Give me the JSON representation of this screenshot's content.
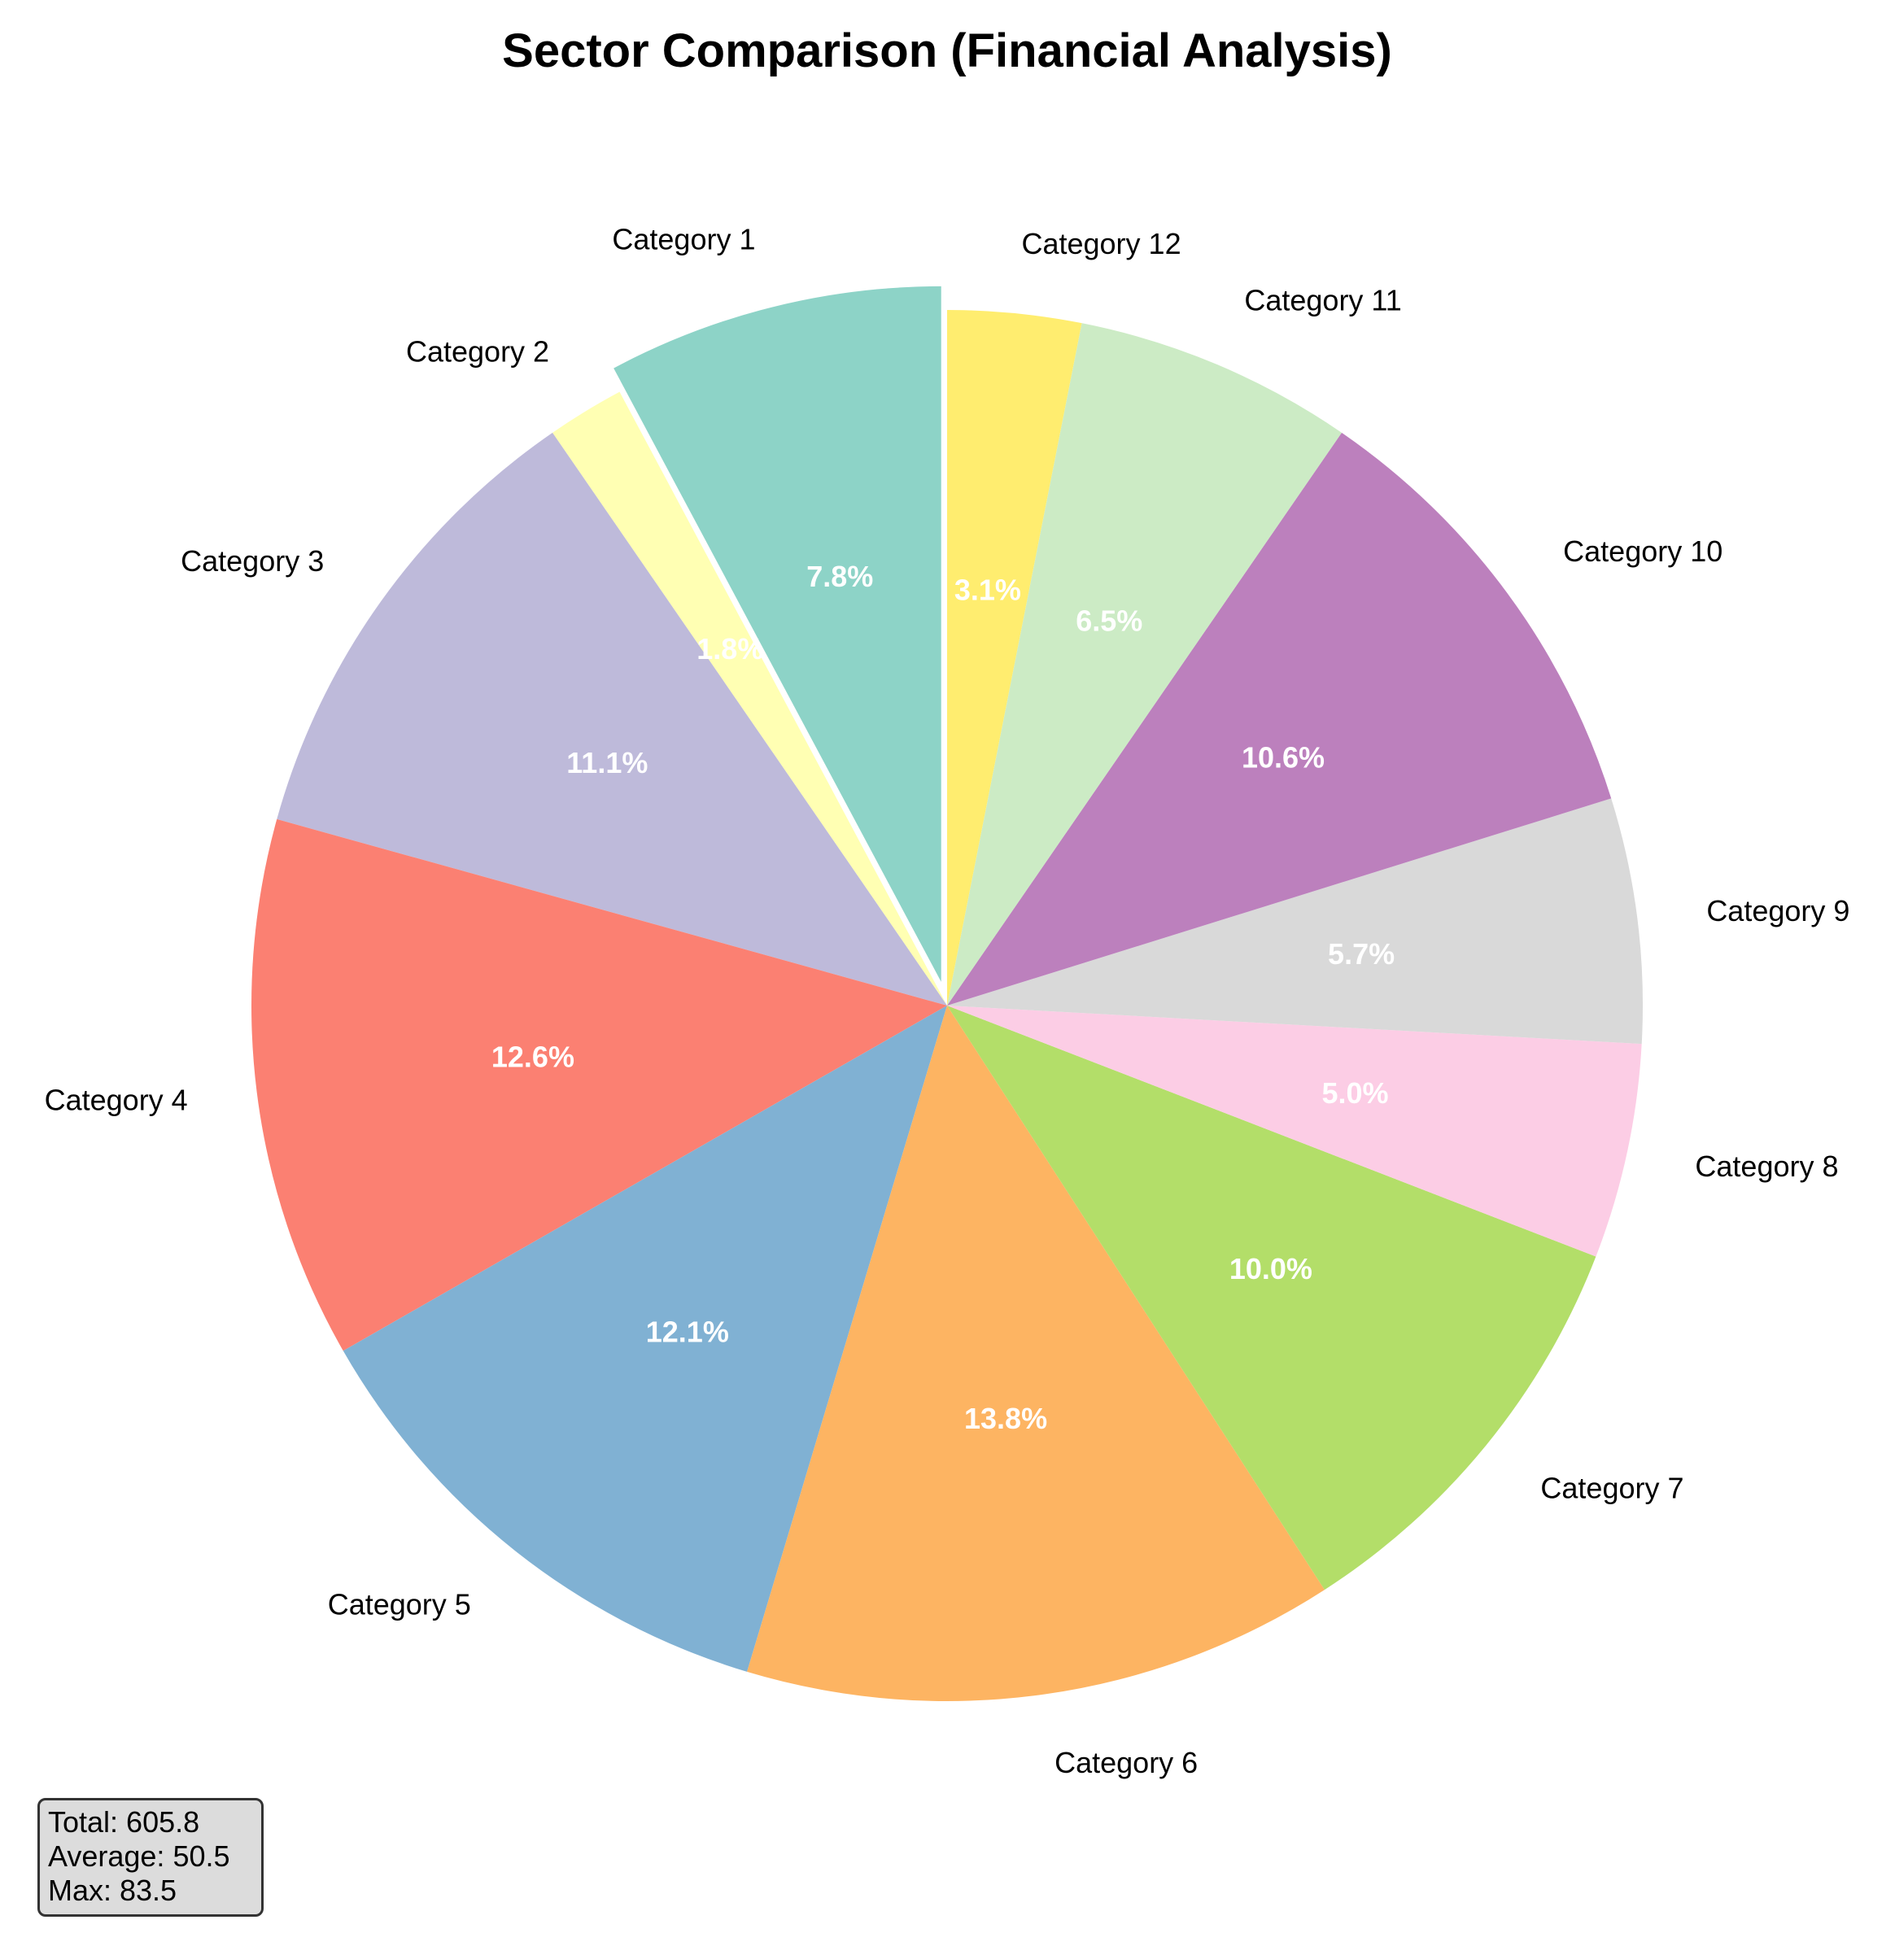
{
  "chart_data": {
    "type": "pie",
    "title": "Sector Comparison (Financial Analysis)",
    "start_angle_deg": 90,
    "direction": "counterclockwise",
    "categories": [
      "Category 1",
      "Category 2",
      "Category 3",
      "Category 4",
      "Category 5",
      "Category 6",
      "Category 7",
      "Category 8",
      "Category 9",
      "Category 10",
      "Category 11",
      "Category 12"
    ],
    "values": [
      47.3,
      10.9,
      67.2,
      76.3,
      73.3,
      83.5,
      60.6,
      30.3,
      34.5,
      64.2,
      39.4,
      18.8
    ],
    "percent_labels": [
      "7.8%",
      "1.8%",
      "11.1%",
      "12.6%",
      "12.1%",
      "13.8%",
      "10.0%",
      "5.0%",
      "5.7%",
      "10.6%",
      "6.5%",
      "3.1%"
    ],
    "exploded": [
      "Category 1"
    ],
    "colors": [
      "#8dd3c7",
      "#ffffb3",
      "#bebada",
      "#fb8072",
      "#80b1d3",
      "#fdb462",
      "#b3de69",
      "#fccde5",
      "#d9d9d9",
      "#bc80bd",
      "#ccebc5",
      "#ffed6f"
    ]
  },
  "stats": {
    "total": "Total: 605.8",
    "average": "Average: 50.5",
    "max": "Max: 83.5"
  }
}
